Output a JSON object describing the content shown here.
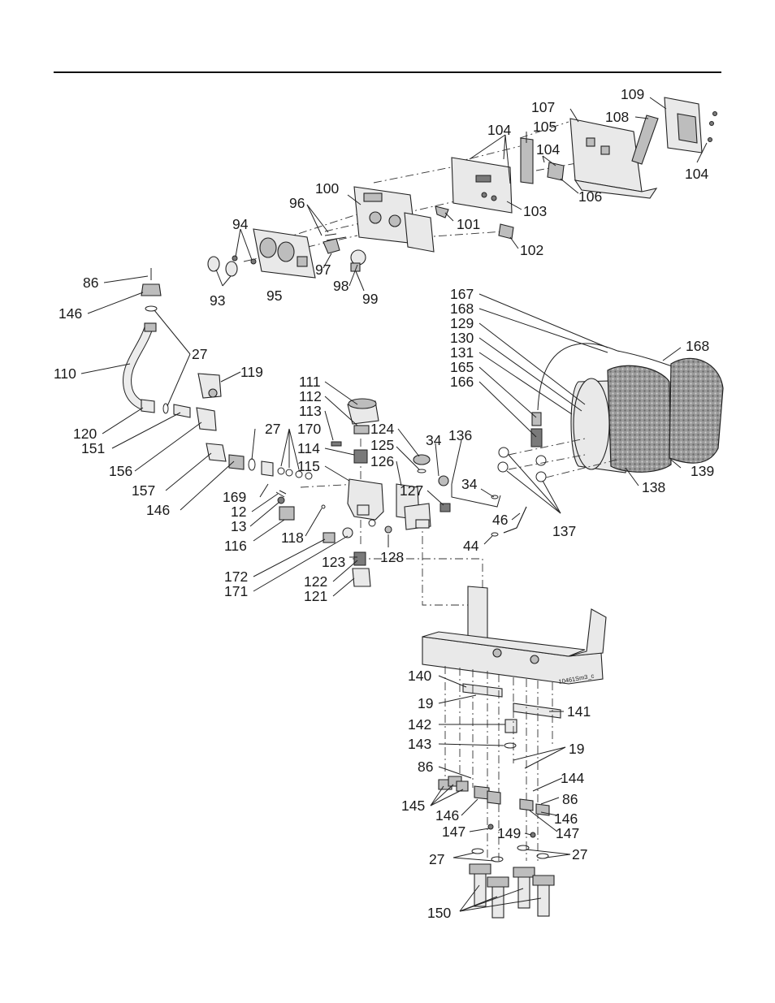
{
  "colors": {
    "ink": "#1a1a1a",
    "paper": "#ffffff",
    "part_fill": "#e9e9e9",
    "insulation": "#8a8a8a"
  },
  "drawing_code": "10461Sm3_c",
  "callouts": [
    {
      "id": "c109",
      "text": "109"
    },
    {
      "id": "c107",
      "text": "107"
    },
    {
      "id": "c108",
      "text": "108"
    },
    {
      "id": "c104a",
      "text": "104"
    },
    {
      "id": "c105",
      "text": "105"
    },
    {
      "id": "c104b",
      "text": "104"
    },
    {
      "id": "c104c",
      "text": "104"
    },
    {
      "id": "c100",
      "text": "100"
    },
    {
      "id": "c106",
      "text": "106"
    },
    {
      "id": "c96",
      "text": "96"
    },
    {
      "id": "c103",
      "text": "103"
    },
    {
      "id": "c101",
      "text": "101"
    },
    {
      "id": "c94",
      "text": "94"
    },
    {
      "id": "c102",
      "text": "102"
    },
    {
      "id": "c97",
      "text": "97"
    },
    {
      "id": "c98",
      "text": "98"
    },
    {
      "id": "c95",
      "text": "95"
    },
    {
      "id": "c93",
      "text": "93"
    },
    {
      "id": "c99",
      "text": "99"
    },
    {
      "id": "c86a",
      "text": "86"
    },
    {
      "id": "c146a",
      "text": "146"
    },
    {
      "id": "c167",
      "text": "167"
    },
    {
      "id": "c168a",
      "text": "168"
    },
    {
      "id": "c129",
      "text": "129"
    },
    {
      "id": "c130",
      "text": "130"
    },
    {
      "id": "c131",
      "text": "131"
    },
    {
      "id": "c165",
      "text": "165"
    },
    {
      "id": "c166",
      "text": "166"
    },
    {
      "id": "c168b",
      "text": "168"
    },
    {
      "id": "c27a",
      "text": "27"
    },
    {
      "id": "c110",
      "text": "110"
    },
    {
      "id": "c119",
      "text": "119"
    },
    {
      "id": "c111",
      "text": "111"
    },
    {
      "id": "c112",
      "text": "112"
    },
    {
      "id": "c113",
      "text": "113"
    },
    {
      "id": "c120",
      "text": "120"
    },
    {
      "id": "c124",
      "text": "124"
    },
    {
      "id": "c27b",
      "text": "27"
    },
    {
      "id": "c170",
      "text": "170"
    },
    {
      "id": "c151",
      "text": "151"
    },
    {
      "id": "c114",
      "text": "114"
    },
    {
      "id": "c125",
      "text": "125"
    },
    {
      "id": "c34a",
      "text": "34"
    },
    {
      "id": "c136",
      "text": "136"
    },
    {
      "id": "c156",
      "text": "156"
    },
    {
      "id": "c126",
      "text": "126"
    },
    {
      "id": "c115",
      "text": "115"
    },
    {
      "id": "c139",
      "text": "139"
    },
    {
      "id": "c157",
      "text": "157"
    },
    {
      "id": "c127",
      "text": "127"
    },
    {
      "id": "c34b",
      "text": "34"
    },
    {
      "id": "c138",
      "text": "138"
    },
    {
      "id": "c146b",
      "text": "146"
    },
    {
      "id": "c169",
      "text": "169"
    },
    {
      "id": "c12",
      "text": "12"
    },
    {
      "id": "c46",
      "text": "46"
    },
    {
      "id": "c13",
      "text": "13"
    },
    {
      "id": "c137",
      "text": "137"
    },
    {
      "id": "c118",
      "text": "118"
    },
    {
      "id": "c116",
      "text": "116"
    },
    {
      "id": "c44",
      "text": "44"
    },
    {
      "id": "c128",
      "text": "128"
    },
    {
      "id": "c123",
      "text": "123"
    },
    {
      "id": "c172",
      "text": "172"
    },
    {
      "id": "c122",
      "text": "122"
    },
    {
      "id": "c171",
      "text": "171"
    },
    {
      "id": "c121",
      "text": "121"
    },
    {
      "id": "c140",
      "text": "140"
    },
    {
      "id": "c19a",
      "text": "19"
    },
    {
      "id": "c141",
      "text": "141"
    },
    {
      "id": "c142",
      "text": "142"
    },
    {
      "id": "c143",
      "text": "143"
    },
    {
      "id": "c19b",
      "text": "19"
    },
    {
      "id": "c86b",
      "text": "86"
    },
    {
      "id": "c144",
      "text": "144"
    },
    {
      "id": "c86c",
      "text": "86"
    },
    {
      "id": "c145",
      "text": "145"
    },
    {
      "id": "c146c",
      "text": "146"
    },
    {
      "id": "c146d",
      "text": "146"
    },
    {
      "id": "c147a",
      "text": "147"
    },
    {
      "id": "c149",
      "text": "149"
    },
    {
      "id": "c147b",
      "text": "147"
    },
    {
      "id": "c27c",
      "text": "27"
    },
    {
      "id": "c27d",
      "text": "27"
    },
    {
      "id": "c150",
      "text": "150"
    }
  ]
}
